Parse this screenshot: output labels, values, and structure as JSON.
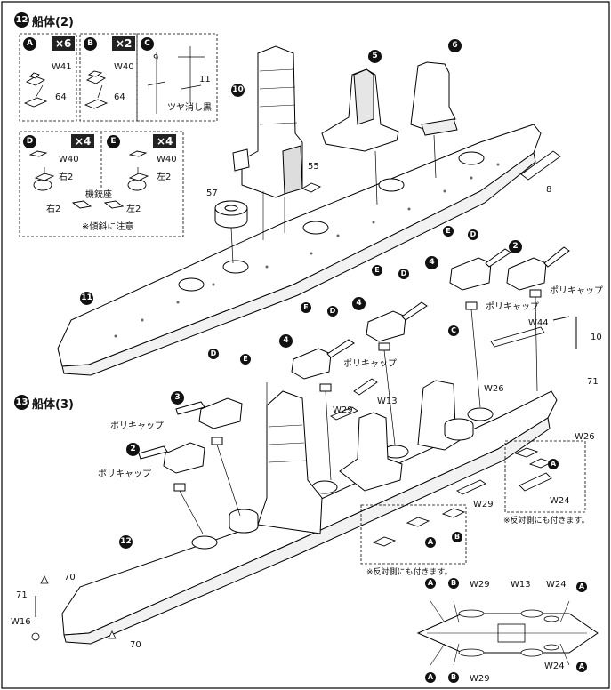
{
  "section12": {
    "number": "12",
    "title": "船体(2)"
  },
  "section13": {
    "number": "13",
    "title": "船体(3)"
  },
  "box_a": {
    "letter": "A",
    "qty": "×6",
    "w": "W41",
    "part": "64"
  },
  "box_b": {
    "letter": "B",
    "qty": "×2",
    "w": "W40",
    "part": "64"
  },
  "box_c": {
    "letter": "C",
    "p9": "9",
    "p11": "11",
    "note": "ツヤ消し黒"
  },
  "box_d": {
    "letter": "D",
    "qty": "×4",
    "w": "W40",
    "side": "右2"
  },
  "box_e": {
    "letter": "E",
    "qty": "×4",
    "w": "W40",
    "side": "左2"
  },
  "mount": {
    "title": "機銃座",
    "right": "右2",
    "left": "左2",
    "note": "※傾斜に注意"
  },
  "upper": {
    "n10": "10",
    "n5": "5",
    "n6": "6",
    "n11": "11",
    "n2": "2",
    "n4": "4",
    "n3": "3",
    "p55": "55",
    "p57": "57",
    "p8": "8"
  },
  "letters": {
    "a": "A",
    "b": "B",
    "c": "C",
    "d": "D",
    "e": "E"
  },
  "polycap": "ポリキャップ",
  "parts": {
    "w44": "W44",
    "p10": "10",
    "w26": "W26",
    "p71": "71",
    "w13": "W13",
    "w29": "W29",
    "w24": "W24",
    "n12": "12",
    "p70": "70",
    "w16": "W16"
  },
  "notes": {
    "other_side": "※反対側にも付きます。",
    "other_side2": "※反対側にも付きます。"
  },
  "legend": {
    "a": "A",
    "b": "B",
    "w29": "W29",
    "w13": "W13",
    "w24": "W24"
  }
}
